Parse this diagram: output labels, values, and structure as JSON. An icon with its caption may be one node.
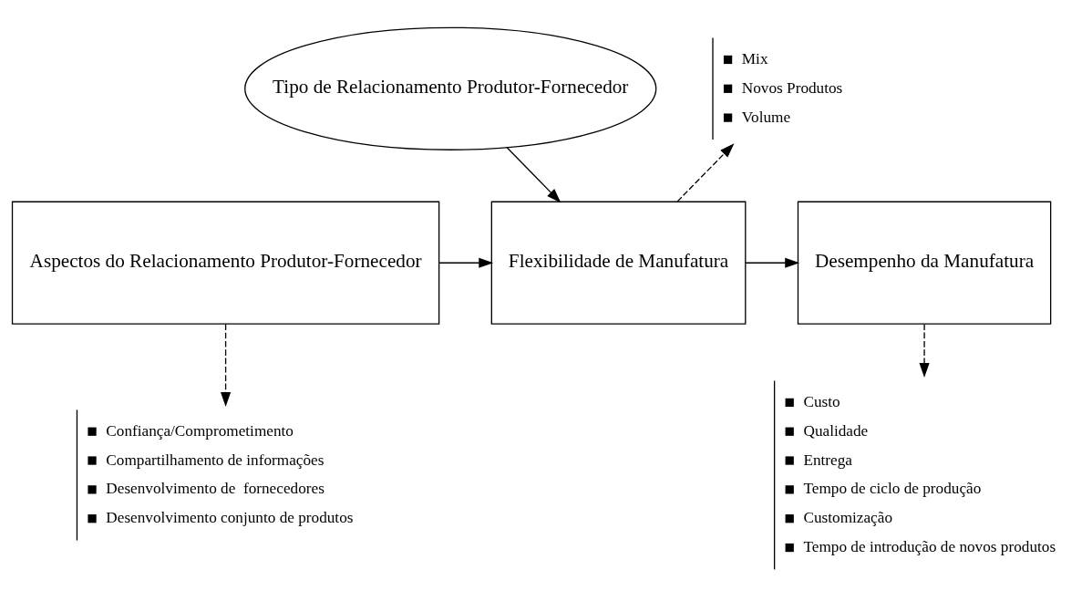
{
  "diagram": {
    "nodes": [
      {
        "text": [
          "Tipo de Relacionamento Produtor-Fornecedor"
        ]
      },
      {
        "text": [
          "Aspectos do Relacionamento Produtor-Fornecedor"
        ]
      },
      {
        "text": [
          "Flexibilidade de Manufatura"
        ]
      },
      {
        "text": [
          "Desempenho da Manufatura"
        ]
      },
      {
        "text": [
          "Mix",
          "Novos Produtos",
          "Volume"
        ]
      },
      {
        "text": [
          "Confiança/Comprometimento",
          "Compartilhamento de informações",
          "Desenvolvimento de  fornecedores",
          "Desenvolvimento conjunto de produtos"
        ]
      },
      {
        "text": [
          "Custo",
          "Qualidade",
          "Entrega",
          "Tempo de ciclo de produção",
          "Customização",
          "Tempo de introdução de novos produtos"
        ]
      }
    ],
    "edges": [
      {
        "from": 0,
        "to": 2,
        "arrow": "to"
      },
      {
        "from": 1,
        "to": 2,
        "arrow": "to"
      },
      {
        "from": 2,
        "to": 3,
        "arrow": "to"
      },
      {
        "from": 2,
        "to": 4,
        "arrow": "to",
        "style": "dashed"
      },
      {
        "from": 1,
        "to": 5,
        "arrow": "to",
        "style": "dashed"
      },
      {
        "from": 3,
        "to": 6,
        "arrow": "to",
        "style": "dashed"
      }
    ]
  }
}
